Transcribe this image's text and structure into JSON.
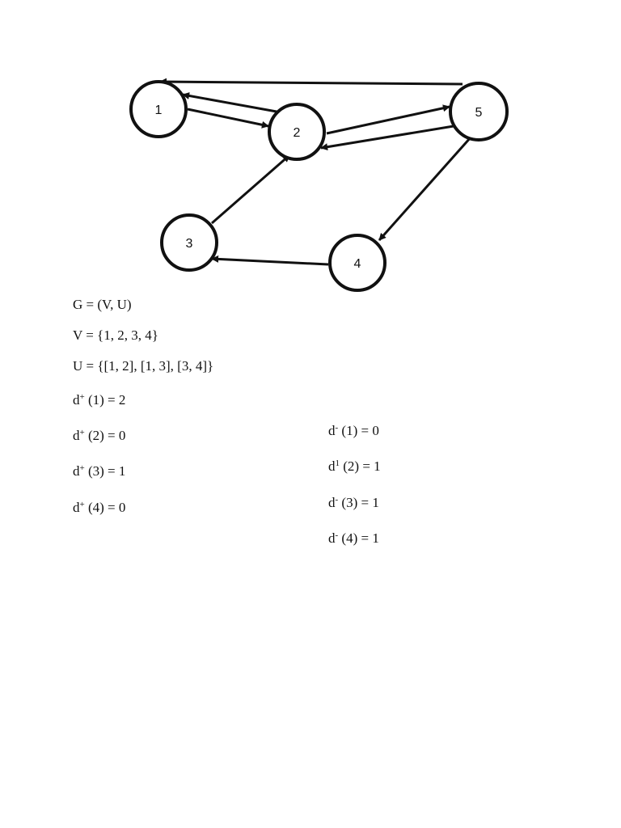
{
  "graph": {
    "nodes": [
      {
        "id": "1",
        "label": "1"
      },
      {
        "id": "2",
        "label": "2"
      },
      {
        "id": "3",
        "label": "3"
      },
      {
        "id": "4",
        "label": "4"
      },
      {
        "id": "5",
        "label": "5"
      }
    ],
    "edges": [
      {
        "from": "5",
        "to": "1"
      },
      {
        "from": "2",
        "to": "1"
      },
      {
        "from": "1",
        "to": "2"
      },
      {
        "from": "2",
        "to": "5"
      },
      {
        "from": "5",
        "to": "2"
      },
      {
        "from": "3",
        "to": "2"
      },
      {
        "from": "5",
        "to": "4"
      },
      {
        "from": "4",
        "to": "3"
      }
    ]
  },
  "definitions": {
    "g": "G = (V, U)",
    "v": "V = {1, 2, 3, 4}",
    "u": "U = {[1, 2], [1, 3], [3, 4]}"
  },
  "out_degrees": [
    {
      "d": "d",
      "mark": "+",
      "rest": " (1) = 2"
    },
    {
      "d": "d",
      "mark": "+",
      "rest": " (2) = 0"
    },
    {
      "d": "d",
      "mark": "+",
      "rest": " (3) = 1"
    },
    {
      "d": "d",
      "mark": "+",
      "rest": " (4) = 0"
    }
  ],
  "in_degrees": [
    {
      "d": "d",
      "mark": "-",
      "rest": " (1) = 0"
    },
    {
      "d": "d",
      "mark": "1",
      "rest": " (2) = 1"
    },
    {
      "d": "d",
      "mark": "-",
      "rest": " (3) = 1"
    },
    {
      "d": "d",
      "mark": "-",
      "rest": " (4) = 1"
    }
  ]
}
